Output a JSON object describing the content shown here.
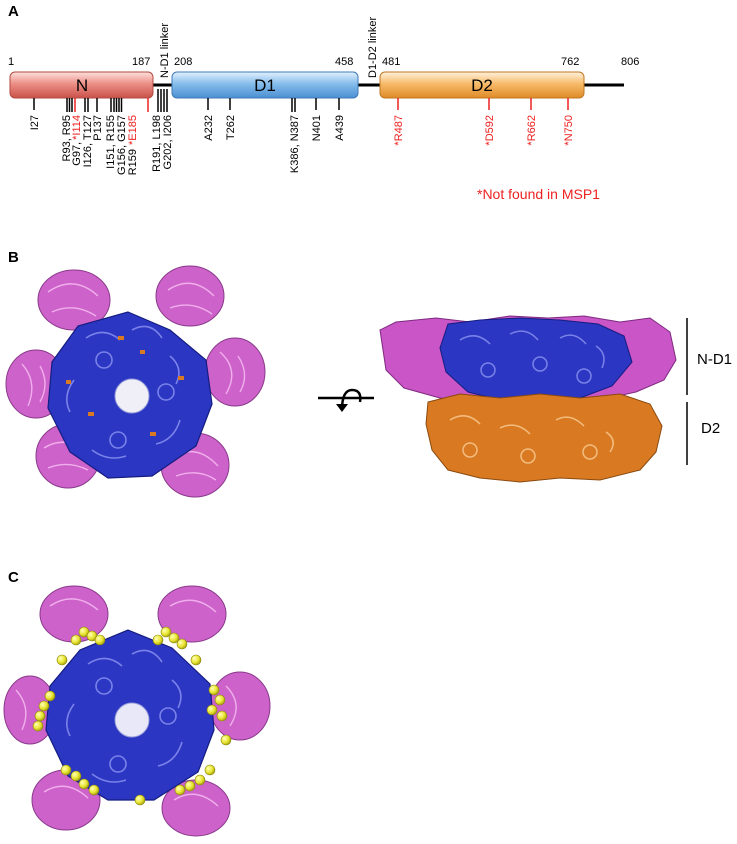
{
  "panels": {
    "a": "A",
    "b": "B",
    "c": "C"
  },
  "positions": {
    "start": "1",
    "n_end": "187",
    "d1_start": "208",
    "d1_end": "458",
    "d2_start": "481",
    "d2_end": "762",
    "end": "806"
  },
  "linkers": {
    "nd1": "N-D1 linker",
    "d1d2": "D1-D2 linker"
  },
  "domains": {
    "n": "N",
    "d1": "D1",
    "d2": "D2"
  },
  "mutations": [
    {
      "label": "I27"
    },
    {
      "label": "R93, R95"
    },
    {
      "label": "G97,",
      "extra": "*I114"
    },
    {
      "label": "I126, T127"
    },
    {
      "label": "P137"
    },
    {
      "label": "I151, R155"
    },
    {
      "label": "G156, G157"
    },
    {
      "label": "R159",
      "extra": "*E185"
    },
    {
      "label": "R191, L198"
    },
    {
      "label": "G202, I206"
    },
    {
      "label": "A232"
    },
    {
      "label": "T262"
    },
    {
      "label": "K386, N387"
    },
    {
      "label": "N401"
    },
    {
      "label": "A439"
    },
    {
      "label": "*R487"
    },
    {
      "label": "*D592"
    },
    {
      "label": "*R662"
    },
    {
      "label": "*N750"
    }
  ],
  "footnote": "*Not found in MSP1",
  "side_labels": {
    "nd1": "N-D1",
    "d2": "D2"
  },
  "colors": {
    "n_domain": "#e47a72",
    "d1_domain": "#6eaee4",
    "d2_domain": "#f3a94e",
    "n_d1_protein": "#2b36c2",
    "n_protein": "#c955c6",
    "d2_protein": "#d97a22",
    "spheres": "#e8e42e",
    "highlight": "#ee2222"
  }
}
